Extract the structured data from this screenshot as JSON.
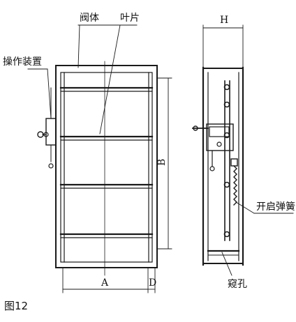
{
  "figure": {
    "caption": "图12",
    "labels": {
      "valve_body": "阀体",
      "blade": "叶片",
      "operating_device": "操作装置",
      "opening_spring": "开启弹簧",
      "peephole": "窥孔"
    },
    "dimensions": {
      "width": "A",
      "height": "B",
      "depth_front": "D",
      "depth_side": "H"
    }
  },
  "colors": {
    "line": "#1a1a1a",
    "fill": "#ffffff"
  }
}
